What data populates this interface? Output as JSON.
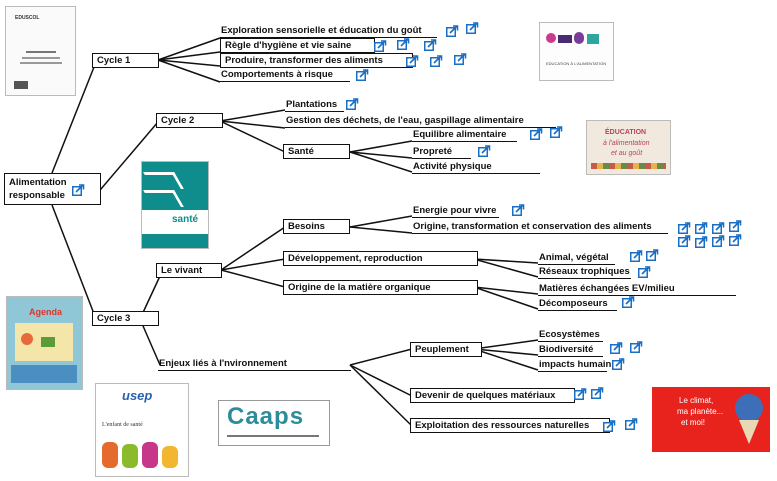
{
  "root": "Alimentation responsable",
  "cycles": {
    "cycle1": "Cycle 1",
    "cycle2": "Cycle 2",
    "cycle3": "Cycle 3"
  },
  "cycle1_items": [
    "Exploration sensorielle et éducation du goût",
    "Règle d'hygiène et vie saine",
    "Produire, transformer des aliments",
    "Comportements à risque"
  ],
  "cycle2_items": {
    "plantations": "Plantations",
    "dechets": "Gestion des déchets, de l'eau, gaspillage alimentaire",
    "sante": "Santé",
    "sante_items": [
      "Equilibre alimentaire",
      "Propreté",
      "Activité physique"
    ]
  },
  "cycle3": {
    "vivant": "Le vivant",
    "besoins": "Besoins",
    "besoins_items": [
      "Energie pour vivre",
      "Origine, transformation et conservation des aliments"
    ],
    "developpement": "Développement, reproduction",
    "developpement_items": [
      "Animal, végétal",
      "Réseaux trophiques"
    ],
    "origine": "Origine de la matière organique",
    "origine_items": [
      "Matières échangées EV/milieu",
      "Décomposeurs"
    ],
    "enjeux": "Enjeux liés à l'nvironnement",
    "peuplement": "Peuplement",
    "peuplement_items": [
      "Ecosystèmes",
      "Biodiversité",
      "impacts humains"
    ],
    "devenir": "Devenir de quelques matériaux",
    "exploitation": "Exploitation des ressources naturelles"
  },
  "thumbnails": {
    "eduscol": "EDUSCOL",
    "alimentation_doc": "EDUCATION À L'ALIMENTATION",
    "education_gout_1": "ÉDUCATION",
    "education_gout_2": "à l'alimentation",
    "education_gout_3": "et au goût",
    "sante_doc": "santé",
    "agenda": "Agenda",
    "usep": "usep",
    "usep_sub": "L'enfant de santé",
    "caaps": "Caaps",
    "climat_1": "Le climat,",
    "climat_2": "ma planète...",
    "climat_3": "et moi!"
  },
  "colors": {
    "line": "#111111",
    "link_icon": "#1a6fc4",
    "sante_doc_bg": "#0f8c8c",
    "climat_bg": "#e8231e",
    "usep_blue": "#2b62b0",
    "caaps_teal": "#2c8c9c"
  },
  "icons": {
    "link": "external-link-icon"
  }
}
